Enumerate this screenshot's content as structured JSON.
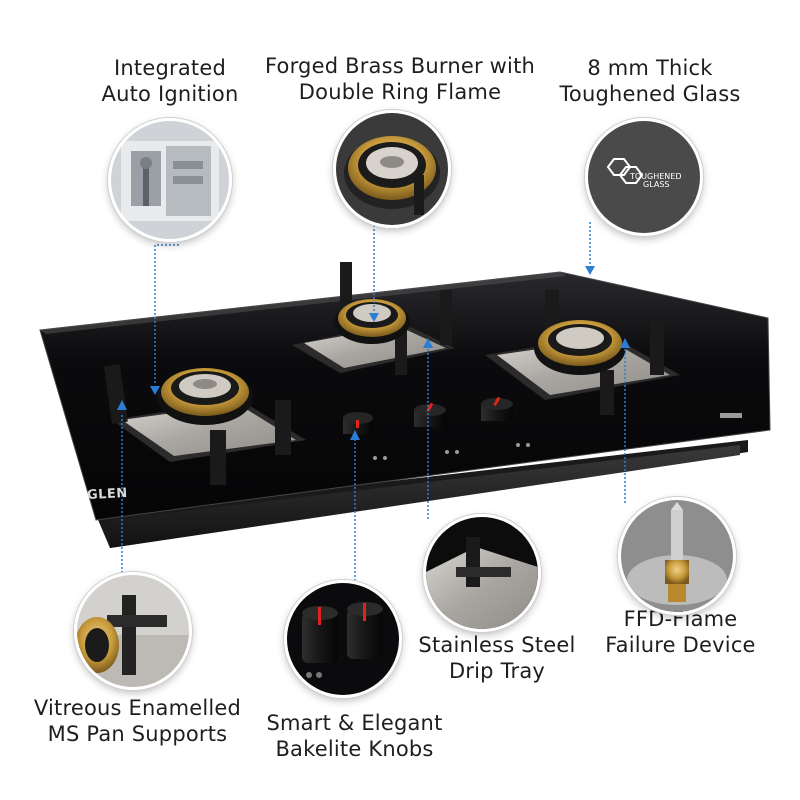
{
  "features": [
    {
      "id": "auto-ignition",
      "line1": "Integrated",
      "line2": "Auto Ignition"
    },
    {
      "id": "brass-burner",
      "line1": "Forged Brass Burner with",
      "line2": "Double Ring Flame"
    },
    {
      "id": "toughened-glass",
      "line1": "8 mm Thick",
      "line2": "Toughened Glass"
    },
    {
      "id": "pan-supports",
      "line1": "Vitreous Enamelled",
      "line2": "MS Pan Supports"
    },
    {
      "id": "knobs",
      "line1": "Smart & Elegant",
      "line2": "Bakelite Knobs"
    },
    {
      "id": "drip-tray",
      "line1": "Stainless Steel",
      "line2": "Drip Tray"
    },
    {
      "id": "ffd",
      "line1": "FFD-Flame",
      "line2": "Failure Device"
    }
  ],
  "badge": {
    "line1": "TOUGHENED",
    "line2": "GLASS"
  },
  "brand": "GLEN",
  "colors": {
    "connector": "#2a7fd4",
    "glass": "#0d0d0f",
    "steel": "#b9b6b1",
    "brass": "#c79a3a",
    "badge_bg": "#4a4a4a",
    "knob_mark": "#e0241b"
  }
}
